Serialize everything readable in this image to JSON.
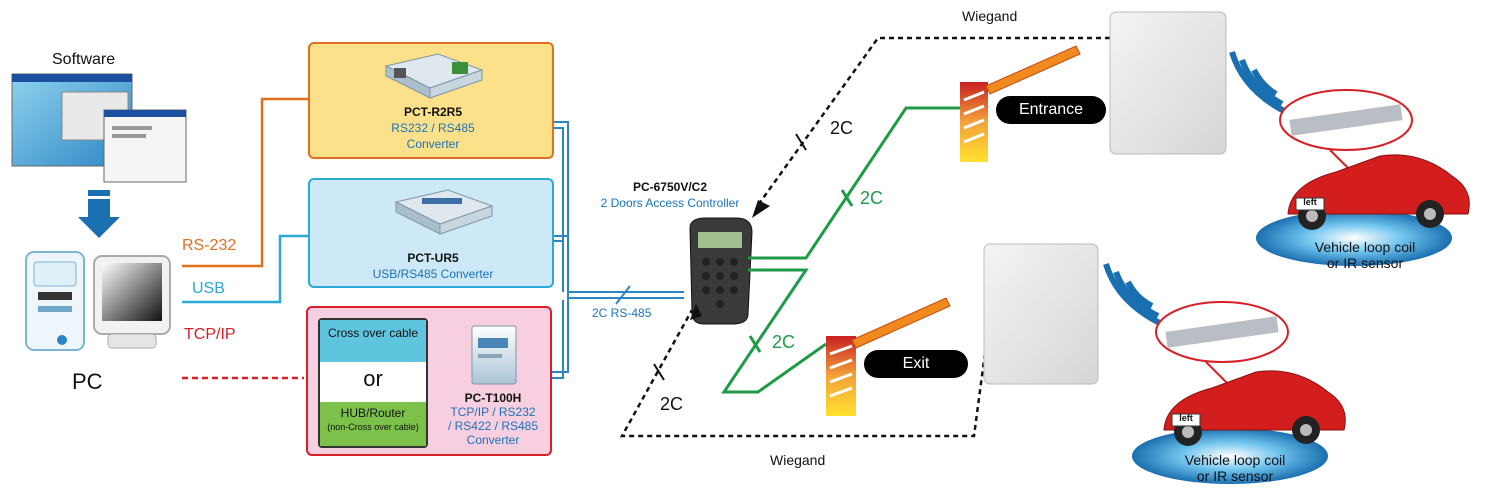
{
  "software": {
    "label": "Software"
  },
  "pc": {
    "label": "PC"
  },
  "connections": {
    "rs232": "RS-232",
    "usb": "USB",
    "tcpip": "TCP/IP"
  },
  "converters": {
    "r2r5": {
      "model": "PCT-R2R5",
      "line1": "RS232 / RS485",
      "line2": "Converter"
    },
    "ur5": {
      "model": "PCT-UR5",
      "line1": "USB/RS485 Converter"
    },
    "t100h": {
      "model": "PC-T100H",
      "line1": "TCP/IP / RS232",
      "line2": "/ RS422 / RS485",
      "line3": "Converter",
      "cross_over": "Cross over cable",
      "or": "or",
      "hub_router": "HUB/Router",
      "hub_note": "(non-Cross over cable)"
    }
  },
  "bus": {
    "label": "2C  RS-485"
  },
  "controller": {
    "model": "PC-6750V/C2",
    "description": "2 Doors Access Controller"
  },
  "wiring": {
    "two_core_a": "2C",
    "two_core_b": "2C",
    "two_core_c": "2C",
    "two_core_d": "2C",
    "wiegand_top": "Wiegand",
    "wiegand_bottom": "Wiegand"
  },
  "gates": {
    "entrance": "Entrance",
    "exit": "Exit"
  },
  "vehicles": {
    "top": {
      "line1": "Vehicle loop coil",
      "line2": "or IR sensor",
      "plate": "left"
    },
    "bottom": {
      "line1": "Vehicle loop coil",
      "line2": "or IR sensor",
      "plate": "left"
    }
  },
  "colors": {
    "rs232": "#e0701f",
    "usb": "#2aa8d6",
    "tcpip": "#d91f26",
    "converter_orange_bg": "#fde08a",
    "converter_blue_bg": "#cde9f7",
    "converter_pink_bg": "#f8cfe0",
    "wiring_green": "#1f9a48",
    "controller_label_blue": "#1a73b8"
  }
}
